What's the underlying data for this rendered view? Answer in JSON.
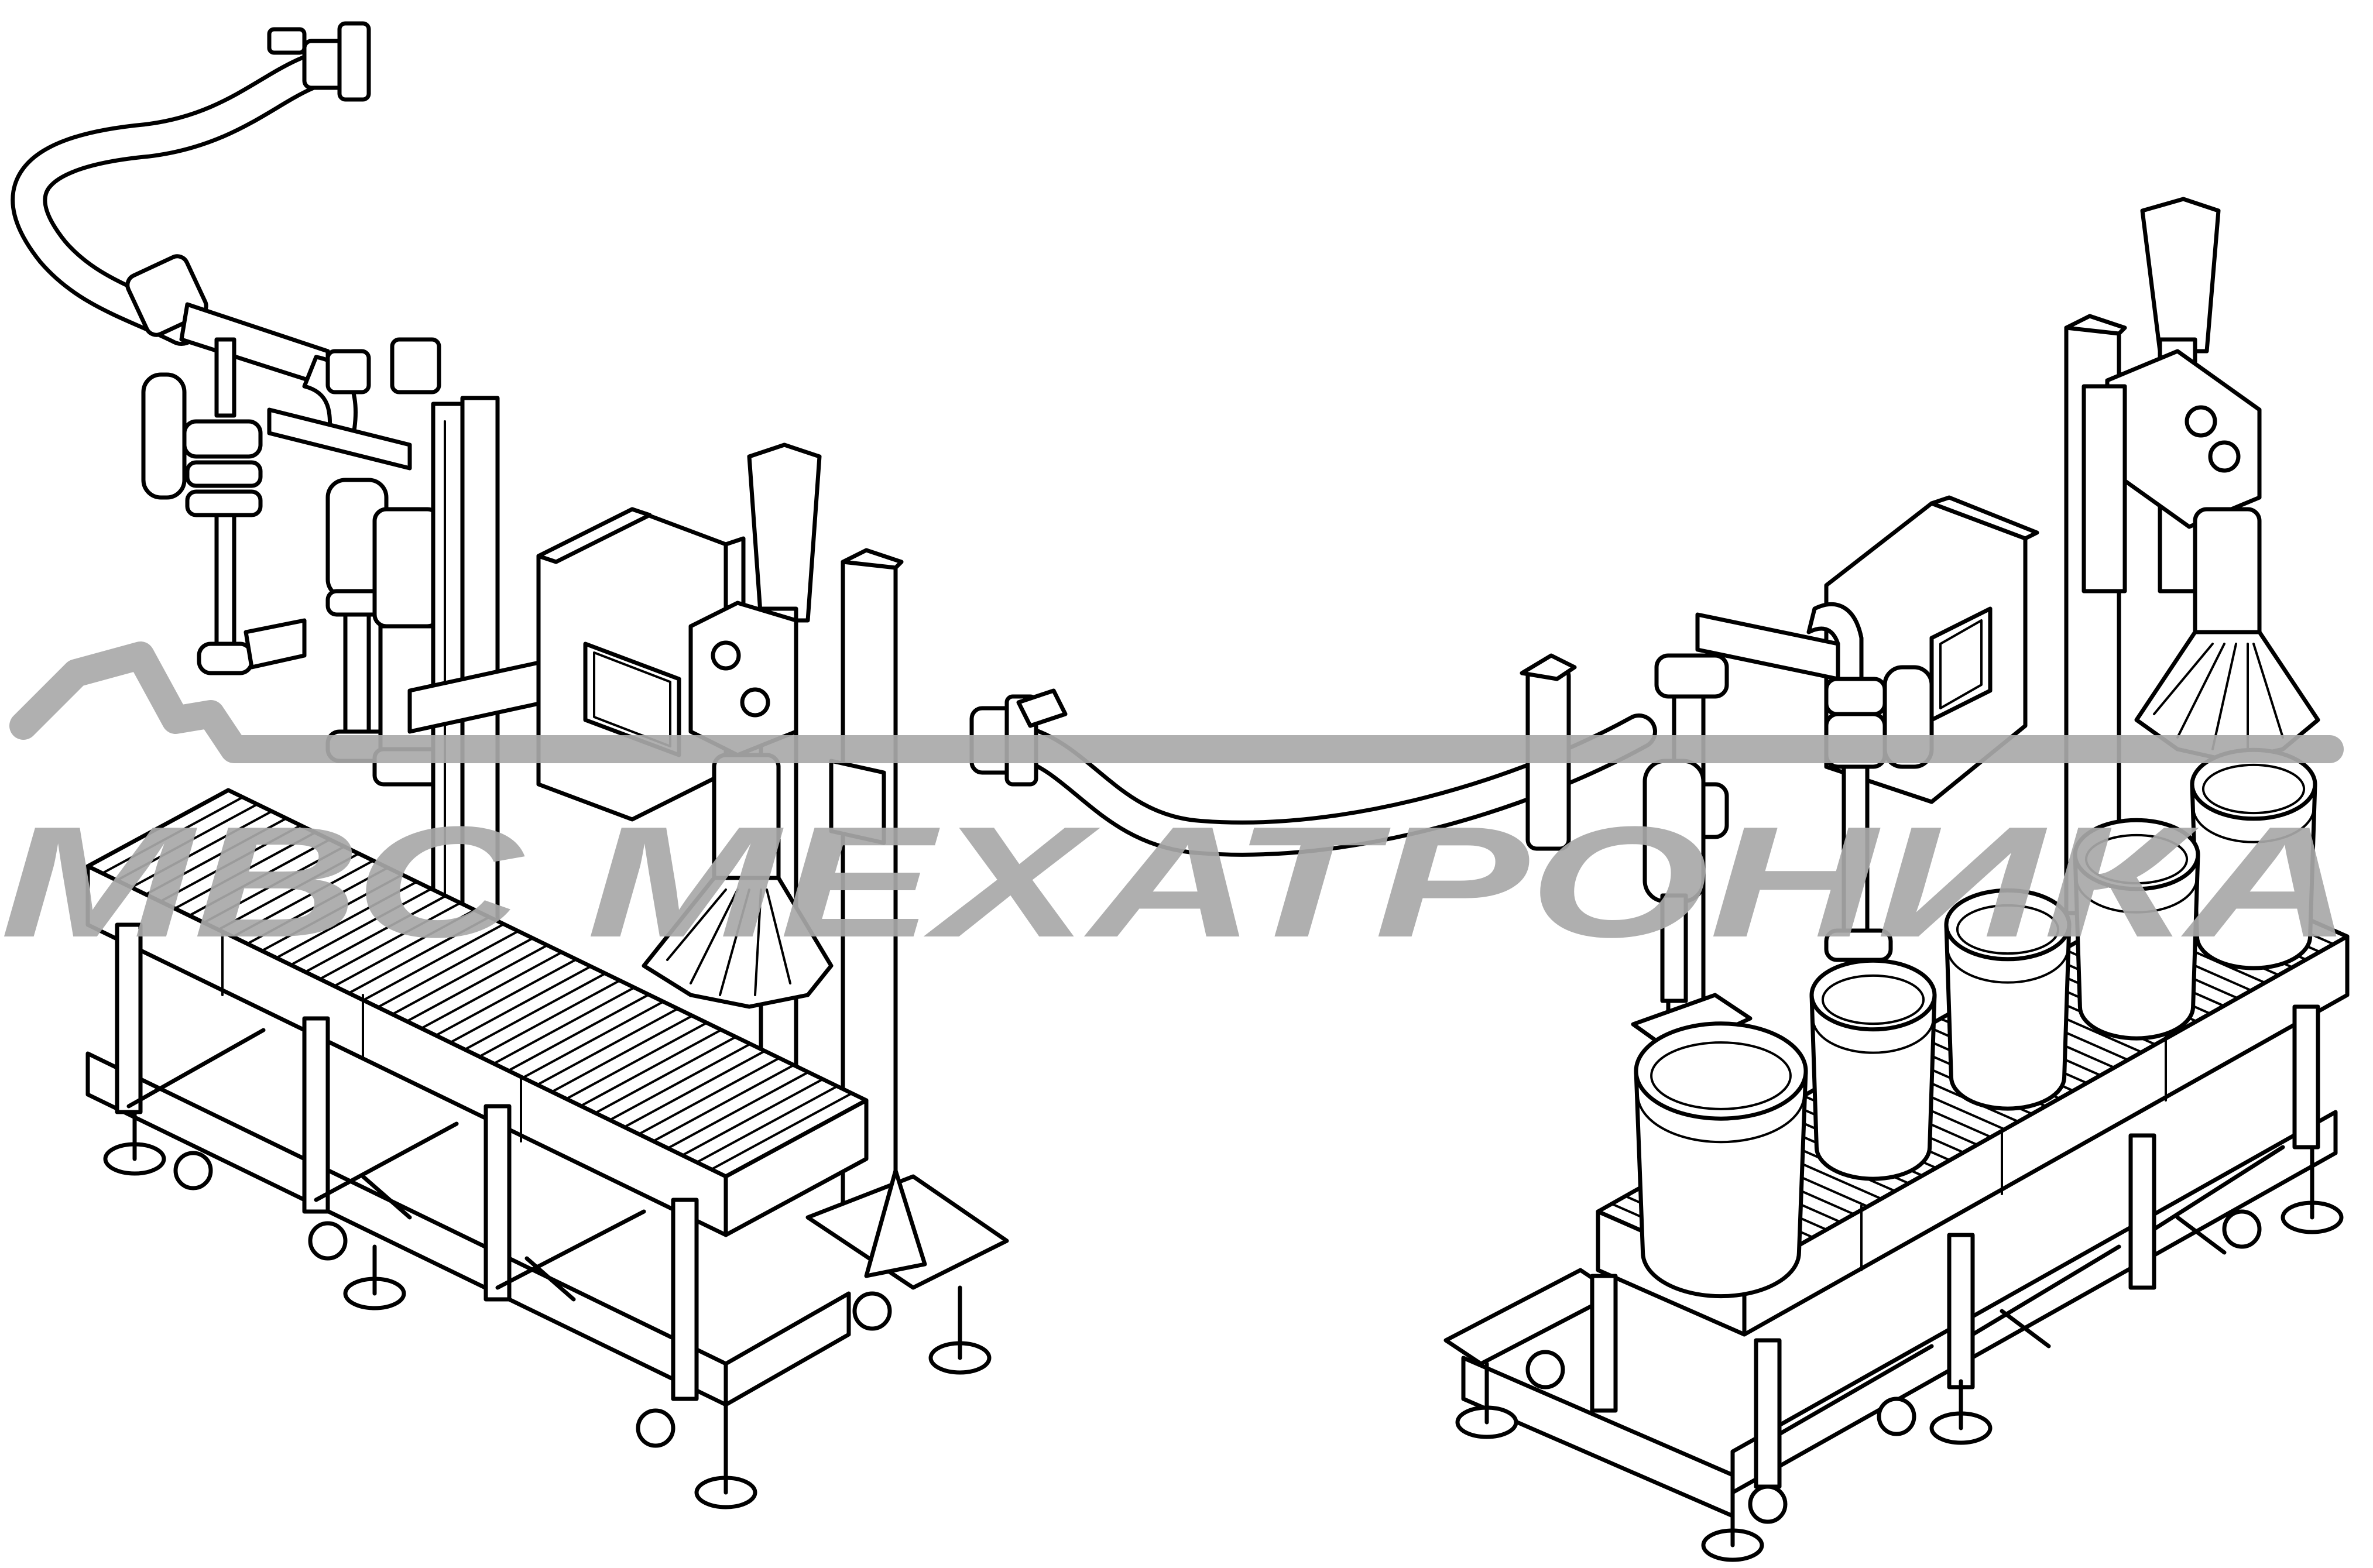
{
  "watermark": {
    "text": "МВС МЕХАТРОНИКА",
    "color": "#a9a9a9"
  },
  "colors": {
    "line": "#000000",
    "background": "#ffffff"
  },
  "icons": [
    "machine-drawing",
    "hose",
    "roller-conveyor",
    "bucket",
    "control-cabinet",
    "watermark-logo"
  ]
}
